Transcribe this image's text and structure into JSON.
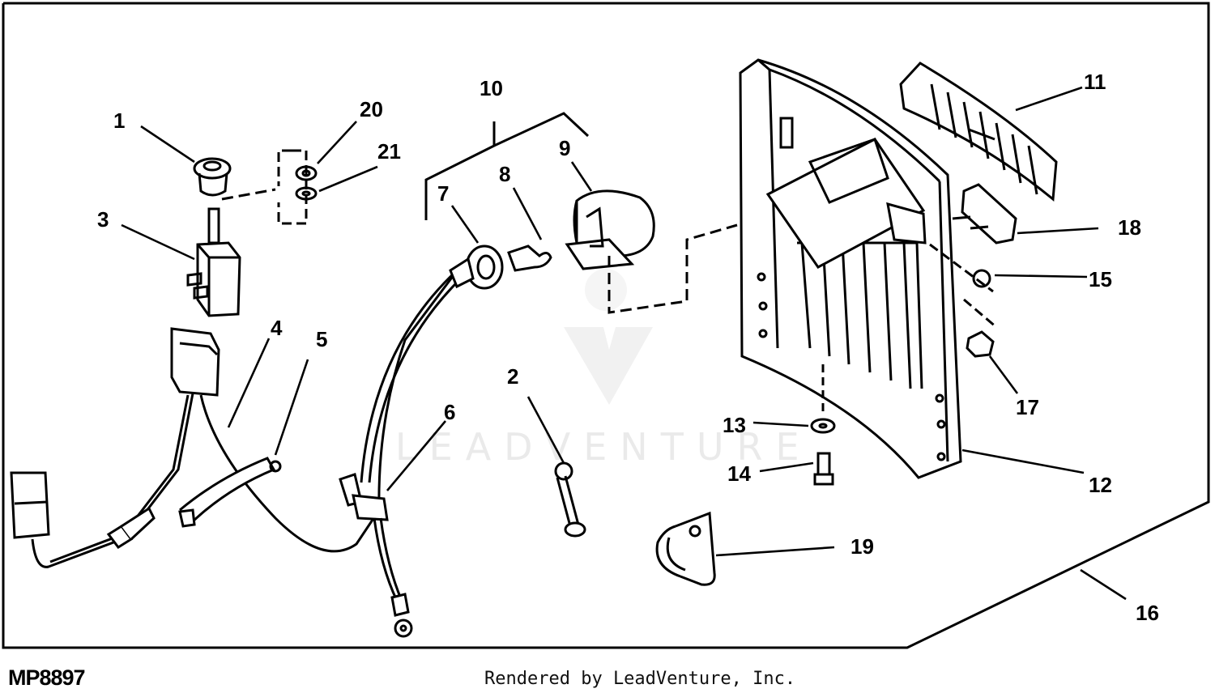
{
  "diagram": {
    "drawing_id": "MP8897",
    "credit": "Rendered by LeadVenture, Inc.",
    "watermark": "LEADVENTURE",
    "callouts": [
      "1",
      "2",
      "3",
      "4",
      "5",
      "6",
      "7",
      "8",
      "9",
      "10",
      "11",
      "12",
      "13",
      "14",
      "15",
      "16",
      "17",
      "18",
      "19",
      "20",
      "21"
    ]
  }
}
